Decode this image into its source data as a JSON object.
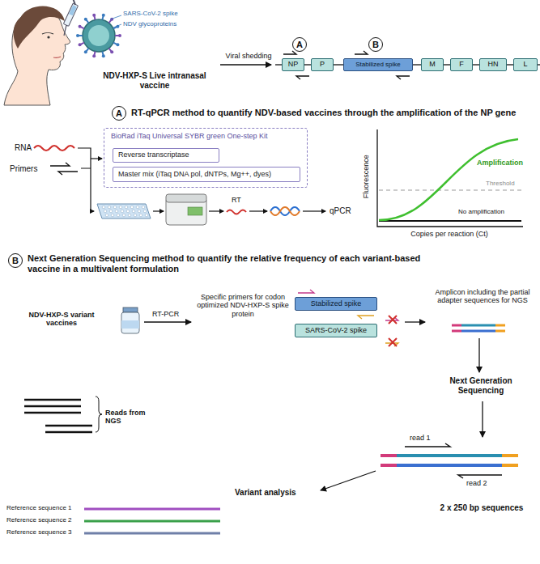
{
  "diagram": {
    "nodes": [
      {
        "text": [
          "NP"
        ]
      },
      {
        "text": [
          "P"
        ]
      },
      {
        "text": [
          "Stabilized spike"
        ]
      },
      {
        "text": [
          "M"
        ]
      },
      {
        "text": [
          "F"
        ]
      },
      {
        "text": [
          "HN"
        ]
      },
      {
        "text": [
          "L"
        ]
      },
      {
        "text": [
          "A"
        ]
      },
      {
        "text": [
          "B"
        ]
      },
      {
        "text": [
          "A"
        ]
      },
      {
        "text": [
          "BioRad iTaq Universal SYBR green One-step Kit"
        ]
      },
      {
        "text": [
          "Reverse transcriptase"
        ],
        "in": 10
      },
      {
        "text": [
          "Master mix (iTaq DNA pol, dNTPs, Mg++, dyes)"
        ],
        "in": 10
      },
      {
        "text": [
          "B"
        ]
      },
      {
        "text": [
          "Stabilized spike"
        ]
      },
      {
        "text": [
          "SARS-CoV-2 spike"
        ]
      }
    ],
    "edges": [
      {
        "from": 0,
        "to": 1,
        "arrow": "none"
      },
      {
        "from": 1,
        "to": 2,
        "arrow": "none"
      },
      {
        "from": 2,
        "to": 3,
        "arrow": "none"
      },
      {
        "from": 3,
        "to": 4,
        "arrow": "none"
      },
      {
        "from": 4,
        "to": 5,
        "arrow": "none"
      },
      {
        "from": 5,
        "to": 6,
        "arrow": "none"
      }
    ],
    "labels": [
      "SARS-CoV-2 spike",
      "NDV glycoproteins",
      "NDV-HXP-S Live intranasal vaccine",
      "Viral shedding",
      "RT-qPCR method to quantify NDV-based vaccines through the amplification of the NP gene",
      "RNA",
      "Primers",
      "RT",
      "qPCR",
      "Amplification",
      "Threshold",
      "No amplification",
      "Fluorescence",
      "Copies per reaction (Ct)",
      "Next Generation Sequencing method to quantify the relative frequency of each variant-based vaccine in a multivalent formulation",
      "NDV-HXP-S variant vaccines",
      "RT-PCR",
      "Specific primers for codon optimized NDV-HXP-S spike protein",
      "Amplicon including the partial adapter sequences for NGS",
      "Next Generation Sequencing",
      "read 1",
      "read 2",
      "2 x 250 bp sequences",
      "Reads from NGS",
      "Variant analysis",
      "Reference sequence 1",
      "Reference sequence 2",
      "Reference sequence 3"
    ]
  }
}
